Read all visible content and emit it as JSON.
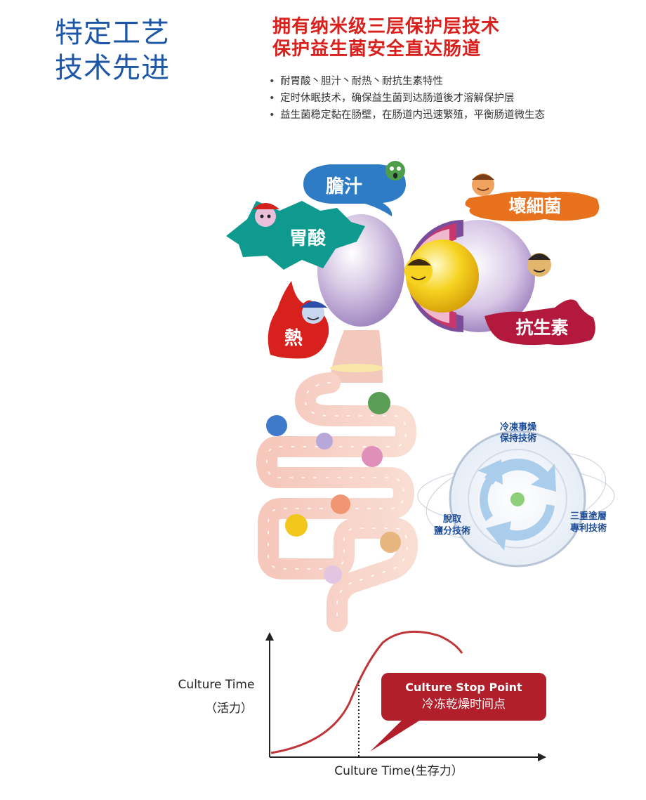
{
  "left_title": {
    "line1": "特定工艺",
    "line2": "技术先进"
  },
  "right_title": {
    "line1": "拥有纳米级三层保护层技术",
    "line2": "保护益生菌安全直达肠道"
  },
  "bullets": [
    "耐胃酸丶胆汁丶耐热丶耐抗生素特性",
    "定时休眠技术，确保益生菌到达肠道後才溶解保护层",
    "益生菌稳定黏在肠壁，在肠道内迅速繁殖，平衡肠道微生态"
  ],
  "bubbles": {
    "bile": "膽汁",
    "bad_bacteria": "壞細菌",
    "stomach_acid": "胃酸",
    "heat": "熱",
    "antibiotic": "抗生素"
  },
  "wheel": {
    "top": [
      "冷凍事燥",
      "保持技術"
    ],
    "left": [
      "脫取",
      "鹽分技術"
    ],
    "right": [
      "三重塗層",
      "專利技術"
    ]
  },
  "chart": {
    "ylabel_line1": "Culture Time",
    "ylabel_line2": "（活力）",
    "xlabel": "Culture Time(生存力）",
    "callout_title": "Culture Stop Point",
    "callout_sub": "冷冻乾燥时间点"
  },
  "colors": {
    "title_blue": "#1d56a6",
    "title_red": "#d8201c",
    "bile_blue": "#2f7cc6",
    "bad_orange": "#e8711e",
    "acid_teal": "#0e9a8e",
    "heat_red": "#d8201c",
    "antibiotic_red": "#b3193c",
    "curve": "#c0353a",
    "callout": "#b01f2a"
  },
  "chart_data": {
    "type": "line",
    "title": "",
    "xlabel": "Culture Time(生存力）",
    "ylabel": "Culture Time（活力）",
    "annotations": [
      "Culture Stop Point",
      "冷冻乾燥时间点"
    ],
    "shape": "sigmoid growth curve rising then declining",
    "grid": false
  }
}
